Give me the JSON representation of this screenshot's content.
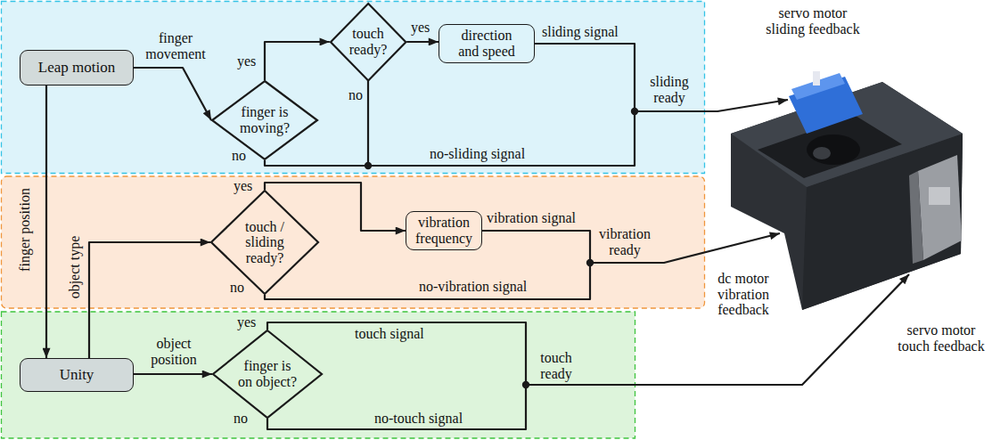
{
  "diagram": {
    "nodes": [
      {
        "text": [
          "Leap motion"
        ]
      },
      {
        "text": [
          "finger is moving?"
        ]
      },
      {
        "text": [
          "touch ready?"
        ]
      },
      {
        "text": [
          "direction and speed"
        ]
      },
      {
        "text": [
          "touch / sliding ready?"
        ]
      },
      {
        "text": [
          "vibration frequency"
        ]
      },
      {
        "text": [
          "Unity"
        ]
      },
      {
        "text": [
          "finger is on object?"
        ]
      }
    ],
    "edges": [
      {
        "from": 0,
        "to": 1,
        "label": "finger movement",
        "arrow": "to"
      },
      {
        "from": 1,
        "to": 2,
        "label": "yes",
        "arrow": "to"
      },
      {
        "from": 2,
        "to": 3,
        "label": "yes",
        "arrow": "to"
      },
      {
        "from": 0,
        "to": 6,
        "label": "finger position",
        "arrow": "to"
      },
      {
        "from": 6,
        "to": 4,
        "label": "object type",
        "arrow": "to"
      },
      {
        "from": 6,
        "to": 7,
        "label": "object position",
        "arrow": "to"
      },
      {
        "from": 4,
        "to": 5,
        "label": "yes",
        "arrow": "to"
      }
    ],
    "labels": [
      "no",
      "no",
      "sliding signal",
      "no-sliding signal",
      "sliding ready",
      "servo motor sliding feedback",
      "vibration signal",
      "no",
      "no-vibration signal",
      "vibration ready",
      "dc motor vibration feedback",
      "yes",
      "touch signal",
      "no",
      "no-touch signal",
      "touch ready",
      "servo motor touch feedback"
    ]
  }
}
